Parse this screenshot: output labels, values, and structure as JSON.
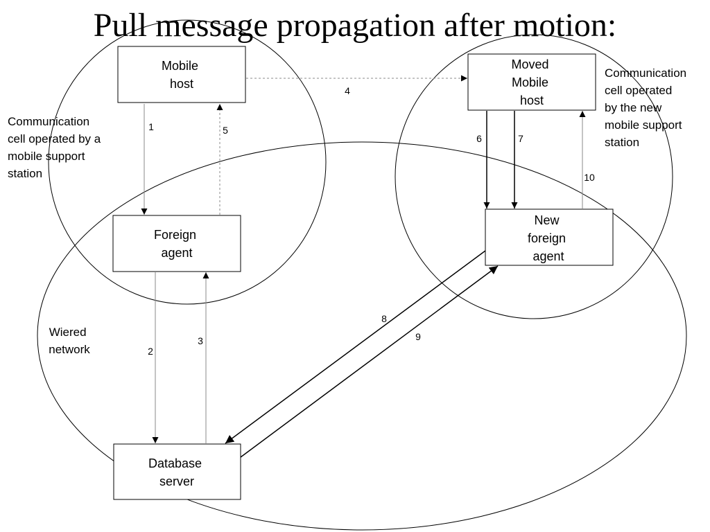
{
  "title": "Pull message propagation after motion:",
  "nodes": {
    "mobile_host": [
      "Mobile",
      "host"
    ],
    "moved_mobile_host": [
      "Moved",
      "Mobile",
      "host"
    ],
    "foreign_agent": [
      "Foreign",
      "agent"
    ],
    "new_foreign_agent": [
      "New",
      "foreign",
      "agent"
    ],
    "database_server": [
      "Database",
      "server"
    ]
  },
  "regions": {
    "old_cell": [
      "Communication",
      "cell operated by  a",
      "mobile  support",
      "station"
    ],
    "new_cell": [
      "Communication",
      "cell   operated",
      "by  the new",
      "mobile support",
      "station"
    ],
    "wired_network": [
      "Wiered",
      "network"
    ]
  },
  "messages": [
    {
      "label": "1",
      "from": "Mobile host",
      "to": "Foreign agent",
      "style": "solid-light"
    },
    {
      "label": "2",
      "from": "Foreign agent",
      "to": "Database server",
      "style": "solid-light"
    },
    {
      "label": "3",
      "from": "Database server",
      "to": "Foreign agent",
      "style": "solid-light"
    },
    {
      "label": "4",
      "from": "Mobile host",
      "to": "Moved Mobile host",
      "style": "dashed"
    },
    {
      "label": "5",
      "from": "Foreign agent",
      "to": "Mobile host",
      "style": "dashed"
    },
    {
      "label": "6",
      "from": "Moved Mobile host",
      "to": "New foreign agent",
      "style": "solid"
    },
    {
      "label": "7",
      "from": "Moved Mobile host",
      "to": "New foreign agent",
      "style": "solid"
    },
    {
      "label": "8",
      "from": "New foreign agent",
      "to": "Database server",
      "style": "solid"
    },
    {
      "label": "9",
      "from": "Database server",
      "to": "New foreign agent",
      "style": "solid"
    },
    {
      "label": "10",
      "from": "New foreign agent",
      "to": "Moved Mobile host",
      "style": "solid-light"
    }
  ]
}
